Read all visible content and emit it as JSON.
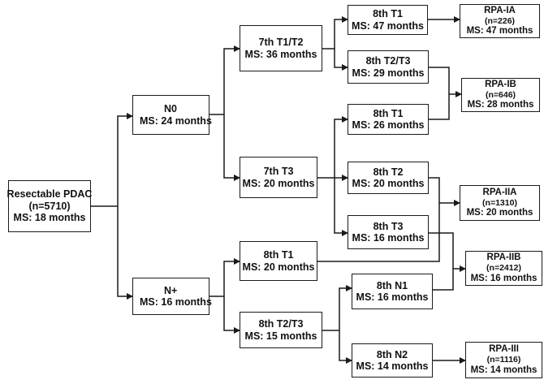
{
  "nodes": {
    "root": {
      "title": "Resectable PDAC",
      "n": "(n=5710)",
      "ms": "MS: 18 months"
    },
    "n0": {
      "title": "N0",
      "ms": "MS: 24 months"
    },
    "nplus": {
      "title": "N+",
      "ms": "MS: 16 months"
    },
    "t7_t1t2": {
      "title": "7th T1/T2",
      "ms": "MS: 36 months"
    },
    "t7_t3": {
      "title": "7th T3",
      "ms": "MS: 20 months"
    },
    "np_t1": {
      "title": "8th T1",
      "ms": "MS: 20 months"
    },
    "np_t2t3": {
      "title": "8th T2/T3",
      "ms": "MS: 15 months"
    },
    "a_t1": {
      "title": "8th T1",
      "ms": "MS: 47 months"
    },
    "a_t2t3": {
      "title": "8th T2/T3",
      "ms": "MS: 29 months"
    },
    "b_t1": {
      "title": "8th T1",
      "ms": "MS: 26 months"
    },
    "b_t2": {
      "title": "8th T2",
      "ms": "MS: 20 months"
    },
    "b_t3": {
      "title": "8th T3",
      "ms": "MS: 16 months"
    },
    "c_n1": {
      "title": "8th N1",
      "ms": "MS: 16 months"
    },
    "c_n2": {
      "title": "8th N2",
      "ms": "MS: 14 months"
    },
    "rpa_ia": {
      "title": "RPA-IA",
      "n": "(n=226)",
      "ms": "MS: 47 months"
    },
    "rpa_ib": {
      "title": "RPA-IB",
      "n": "(n=646)",
      "ms": "MS: 28 months"
    },
    "rpa_iia": {
      "title": "RPA-IIA",
      "n": "(n=1310)",
      "ms": "MS: 20 months"
    },
    "rpa_iib": {
      "title": "RPA-IIB",
      "n": "(n=2412)",
      "ms": "MS: 16 months"
    },
    "rpa_iii": {
      "title": "RPA-III",
      "n": "(n=1116)",
      "ms": "MS: 14 months"
    }
  },
  "colors": {
    "line": "#1a1a1a",
    "box_border": "#1a1a1a",
    "text": "#111111",
    "background": "#ffffff"
  }
}
